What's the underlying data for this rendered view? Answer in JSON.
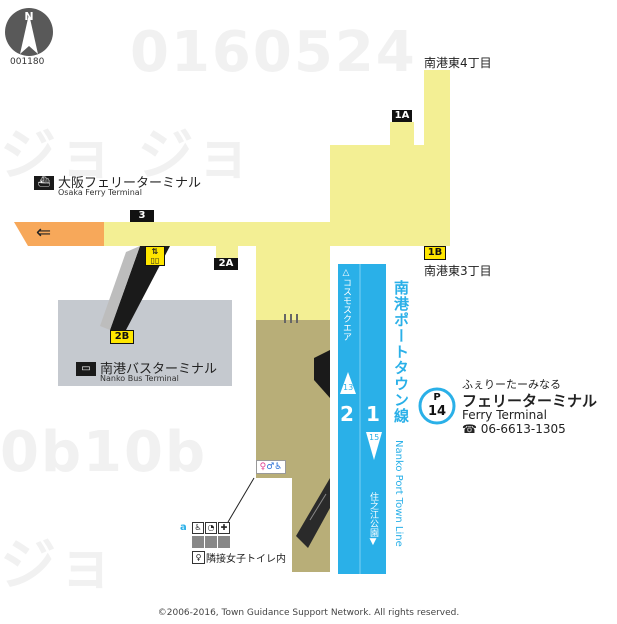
{
  "station_code": "001180",
  "compass": "N",
  "exits": {
    "e1a": "1A",
    "e1b": "1B",
    "e2a": "2A",
    "e2b": "2B",
    "e3": "3"
  },
  "places": {
    "nanko_east_4": "南港東4丁目",
    "nanko_east_3": "南港東3丁目",
    "osaka_ferry_jp": "大阪フェリーターミナル",
    "osaka_ferry_en": "Osaka Ferry Terminal",
    "nanko_bus_jp": "南港バスターミナル",
    "nanko_bus_en": "Nanko Bus Terminal"
  },
  "line": {
    "name_jp": "南港ポートタウン線",
    "name_en": "Nanko Port Town Line",
    "toward_north": "コスモスクエア",
    "toward_south": "住之江公園",
    "platform_left": "2",
    "platform_right": "1",
    "station_num_north": "13",
    "station_num_south": "15"
  },
  "station": {
    "badge_letter": "P",
    "badge_number": "14",
    "reading": "ふぇりーたーみなる",
    "name_jp": "フェリーターミナル",
    "name_en": "Ferry Terminal",
    "phone": "☎ 06-6613-1305"
  },
  "facilities": {
    "marker": "a",
    "women_toilet_note": "隣接女子トイレ内"
  },
  "copyright": "©2006-2016, Town Guidance Support Network. All rights reserved.",
  "colors": {
    "concourse_yellow": "#f3ef94",
    "platform_olive": "#b8ae78",
    "line_blue": "#2ab0e8",
    "bus_terminal_gray": "#c5c9cf",
    "ferry_orange": "#f7a85a",
    "stair_black": "#1a1a1a"
  }
}
